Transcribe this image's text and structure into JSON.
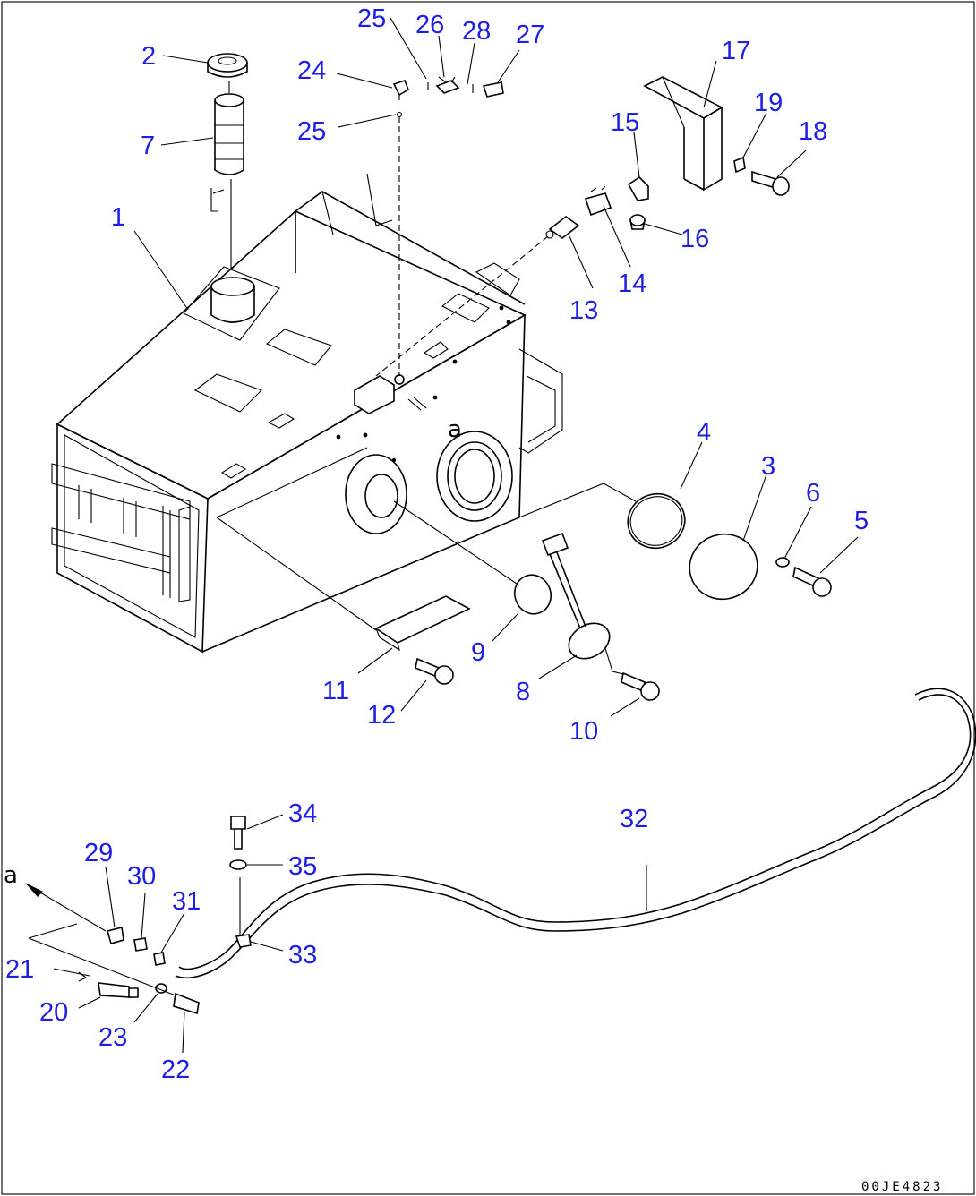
{
  "labels": {
    "l1": "1",
    "l2": "2",
    "l3": "3",
    "l4": "4",
    "l5": "5",
    "l6": "6",
    "l7": "7",
    "l8": "8",
    "l9": "9",
    "l10": "10",
    "l11": "11",
    "l12": "12",
    "l13": "13",
    "l14": "14",
    "l15": "15",
    "l16": "16",
    "l17": "17",
    "l18": "18",
    "l19": "19",
    "l20": "20",
    "l21": "21",
    "l22": "22",
    "l23": "23",
    "l24": "24",
    "l25a": "25",
    "l25b": "25",
    "l26": "26",
    "l27": "27",
    "l28": "28",
    "l29": "29",
    "l30": "30",
    "l31": "31",
    "l32": "32",
    "l33": "33",
    "l34": "34",
    "l35": "35"
  },
  "connector_marks": {
    "tank_mark": "a",
    "hose_end_mark": "a"
  },
  "drawing_code": "00JE4823",
  "colors": {
    "label": "#1e1ee6",
    "linework": "#000000",
    "background": "#ffffff"
  }
}
